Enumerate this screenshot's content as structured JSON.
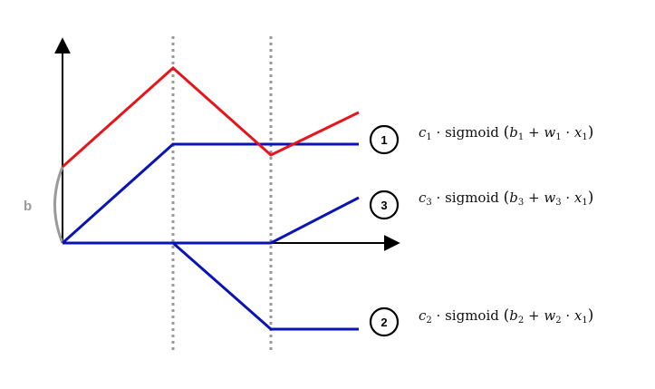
{
  "bias_label": "b",
  "curves": [
    {
      "number": "1",
      "coef": "c",
      "index": "1",
      "func": "sigmoid",
      "bias": "b",
      "weight": "w",
      "input": "x",
      "input_index": "1"
    },
    {
      "number": "3",
      "coef": "c",
      "index": "3",
      "func": "sigmoid",
      "bias": "b",
      "weight": "w",
      "input": "x",
      "input_index": "1"
    },
    {
      "number": "2",
      "coef": "c",
      "index": "2",
      "func": "sigmoid",
      "bias": "b",
      "weight": "w",
      "input": "x",
      "input_index": "1"
    }
  ],
  "colors": {
    "sum_curve": "#e8141c",
    "component_curves": "#0a14b4",
    "axes": "#000000",
    "bias_bracket": "#9a9a9a",
    "guides": "#9a9a9a"
  }
}
